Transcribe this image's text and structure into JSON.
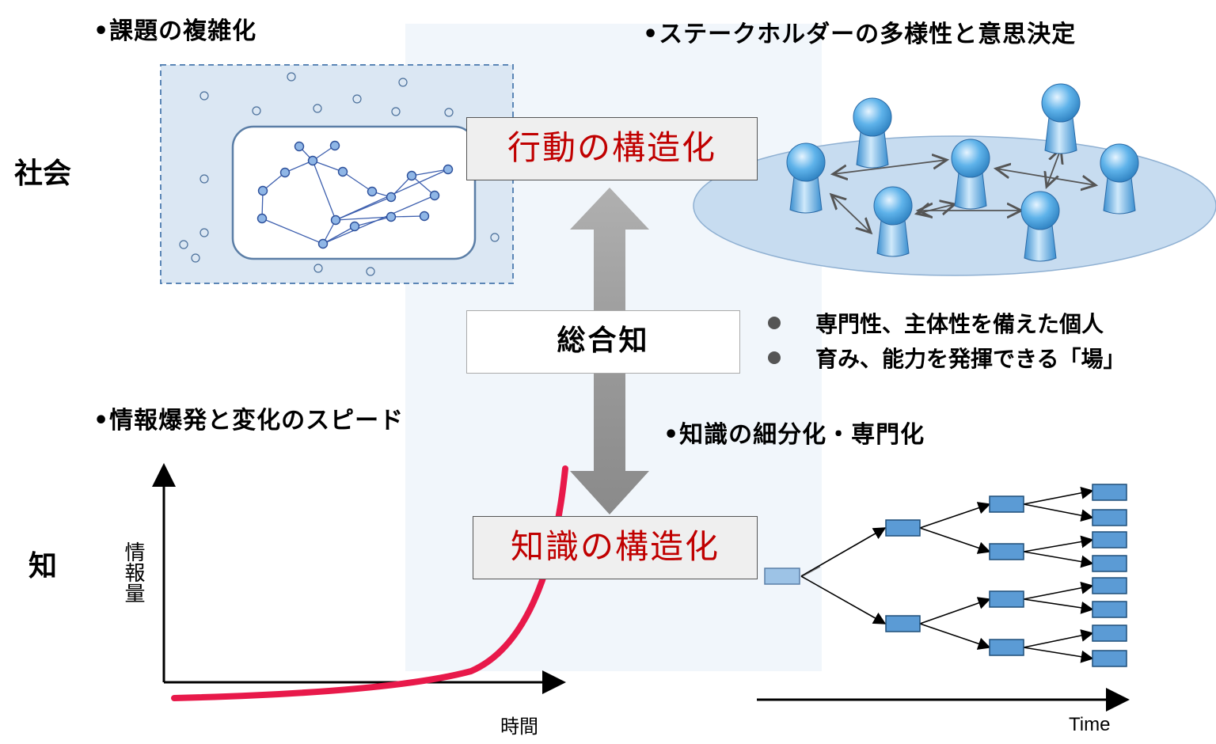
{
  "headings": {
    "complexity": "•課題の複雑化",
    "stakeholders": "•ステークホルダーの多様性と意思決定",
    "info_explosion": "•情報爆発と変化のスピード",
    "specialization": "•知識の細分化・専門化"
  },
  "side_labels": {
    "society": "社会",
    "knowledge": "知"
  },
  "boxes": {
    "action": "行動の構造化",
    "synthesis": "総合知",
    "knowledge": "知識の構造化"
  },
  "bullets": [
    "専門性、主体性を備えた個人",
    "育み、能力を発揮できる「場」"
  ],
  "graph": {
    "ylabel": "情報量",
    "xlabel": "時間"
  },
  "tree": {
    "xlabel": "Time"
  },
  "colors": {
    "accent_red": "#c00000",
    "curve": "#e8194a",
    "tree_node": "#5b9bd5",
    "person": "#4aa3df"
  }
}
